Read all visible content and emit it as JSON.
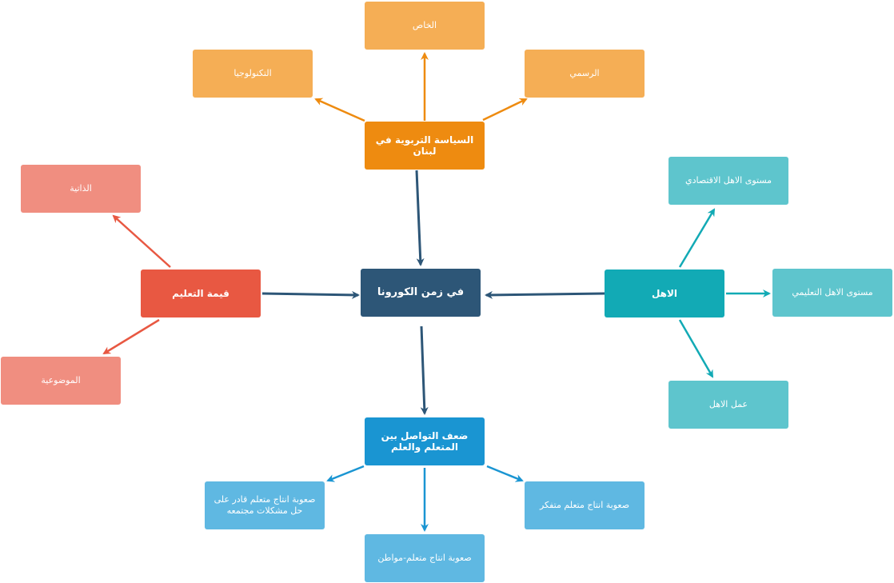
{
  "colors": {
    "center": "#2D5677",
    "orange_main": "#EE8B10",
    "orange_light": "#F5AE55",
    "red_main": "#E85842",
    "red_light": "#F08E80",
    "teal_main": "#12AAB5",
    "teal_light": "#5EC5CD",
    "blue_main": "#1A95D2",
    "blue_light": "#5FB8E2",
    "arrow_center": "#2D5677"
  },
  "nodes": {
    "center": "في زمن الكورونا",
    "policy": "السياسة التربوية في لبنان",
    "policy_private": "الخاص",
    "policy_tech": "التكنولوجيا",
    "policy_official": "الرسمي",
    "value": "قيمة التعليم",
    "value_self": "الذاتية",
    "value_objective": "الموضوعية",
    "parents": "الاهل",
    "parents_economic": "مستوى الاهل الاقتصادي",
    "parents_education": "مستوى الاهل التعليمي",
    "parents_work": "عمل الاهل",
    "communication": "ضعف التواصل بين المتعلم والعلم",
    "comm_problems": "صعوبة انتاج متعلم  قادر على حل مشكلات  مجتمعه",
    "comm_citizen": "صعوبة انتاج متعلم-مواطن",
    "comm_thinker": "صعوبة انتاج متعلم متفكر"
  }
}
